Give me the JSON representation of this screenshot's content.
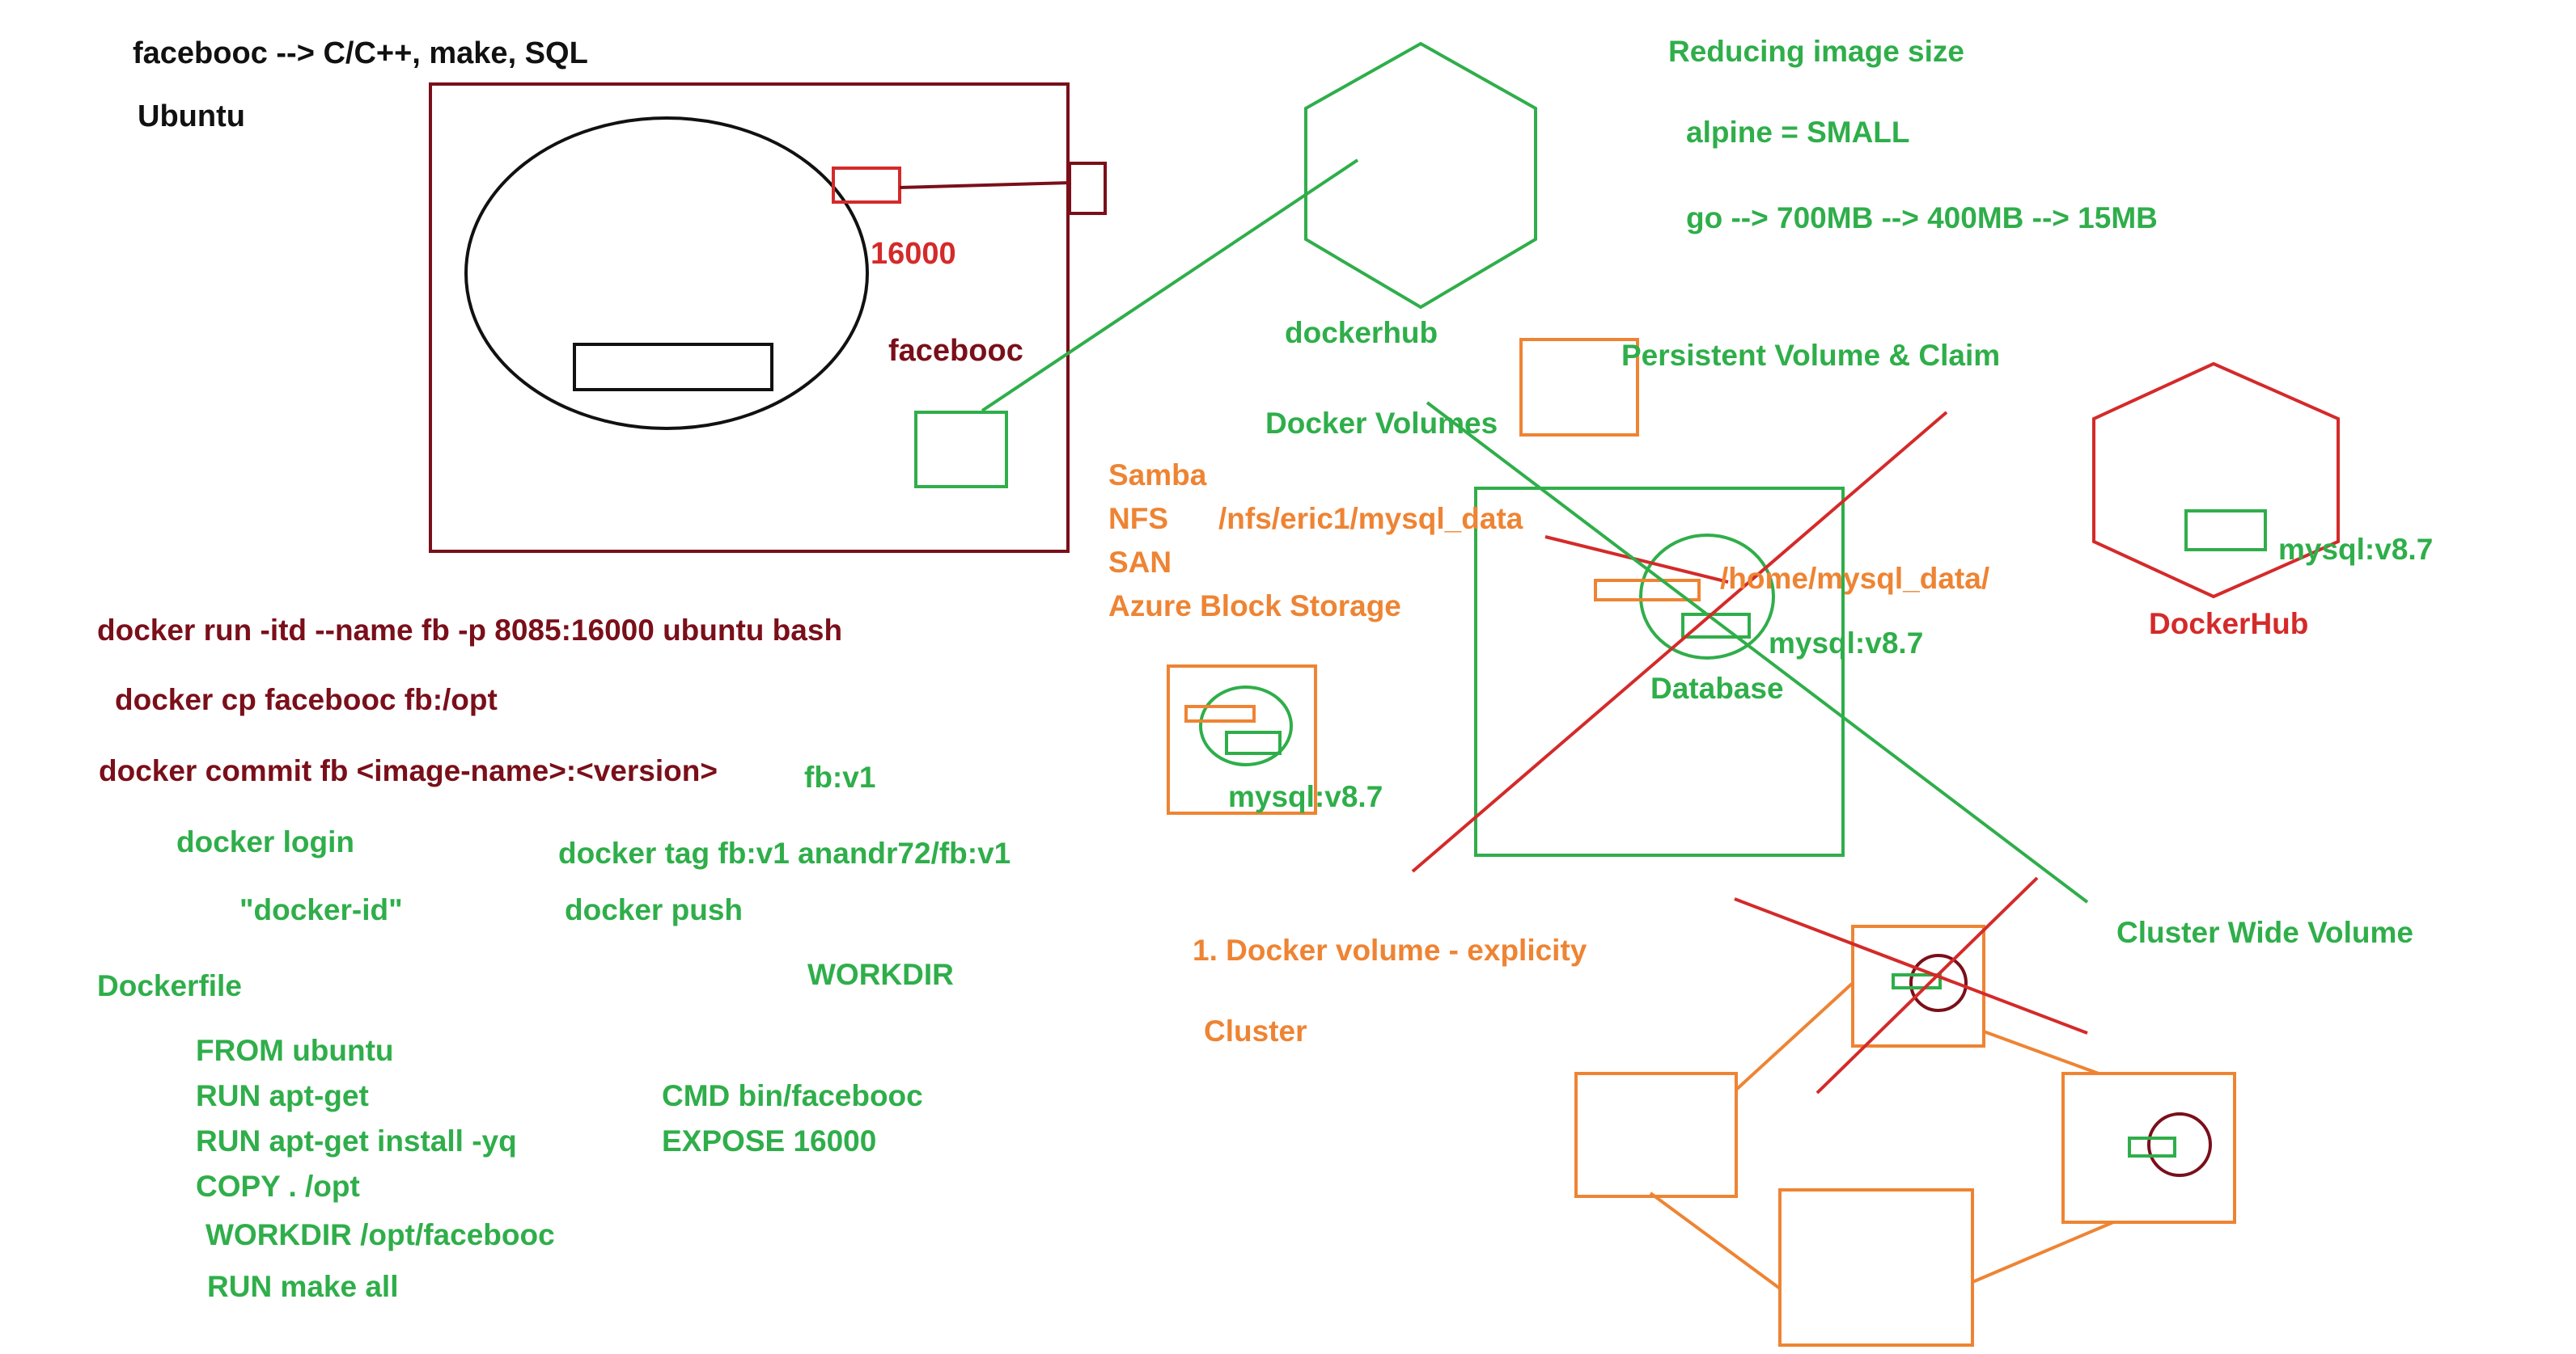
{
  "colors": {
    "maroon": "#7a0f1a",
    "red": "#d42a2a",
    "green": "#2fae4a",
    "orange": "#ee8433",
    "black": "#111111"
  },
  "notes": {
    "facebooc_stack": "facebooc --> C/C++, make, SQL",
    "ubuntu": "Ubuntu",
    "port_16000": "16000",
    "facebooc_label": "facebooc",
    "dockerhub_label": "dockerhub",
    "reducing": "Reducing image size",
    "alpine": "alpine = SMALL",
    "go_sizes": "go --> 700MB --> 400MB --> 15MB",
    "persistent": "Persistent Volume & Claim",
    "docker_volumes": "Docker Volumes",
    "samba": "Samba",
    "nfs": "NFS",
    "nfs_path": "/nfs/eric1/mysql_data",
    "san": "SAN",
    "azure": "Azure Block Storage",
    "home_path": "/home/mysql_data/",
    "mysql_center": "mysql:v8.7",
    "database": "Database",
    "mysql_hub": "mysql:v8.7",
    "dockerhub_red": "DockerHub",
    "mysql_small": "mysql:v8.7",
    "cluster_wide": "Cluster Wide Volume",
    "explicit": "1. Docker volume - explicity",
    "cluster": "Cluster"
  },
  "commands": {
    "run": "docker run -itd --name fb -p 8085:16000 ubuntu bash",
    "cp": "docker cp facebooc fb:/opt",
    "commit": "docker commit fb <image-name>:<version>",
    "fb_v1": "fb:v1",
    "login": "docker login",
    "tag": "docker tag fb:v1 anandr72/fb:v1",
    "docker_id": "\"docker-id\"",
    "push": "docker push",
    "workdir": "WORKDIR"
  },
  "dockerfile": {
    "title": "Dockerfile",
    "from": "FROM ubuntu",
    "run_apt": "RUN apt-get",
    "run_install": "RUN apt-get install -yq",
    "copy": "COPY . /opt",
    "workdir": "WORKDIR /opt/facebooc",
    "run_make": "RUN make all",
    "cmd": "CMD bin/facebooc",
    "expose": "EXPOSE 16000"
  }
}
